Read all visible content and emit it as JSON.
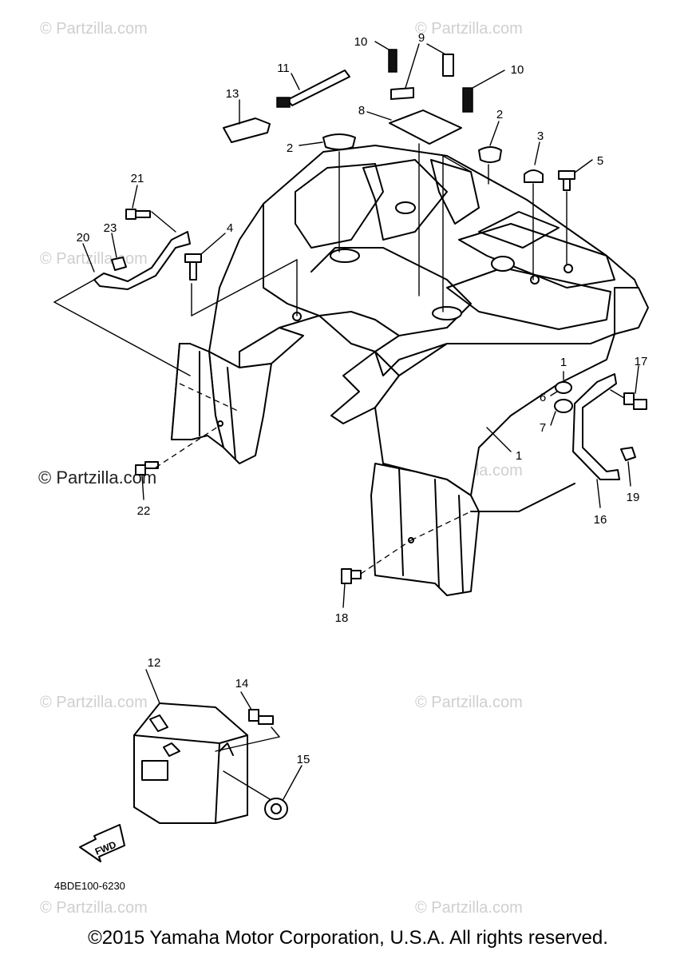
{
  "watermark": "© Partzilla.com",
  "watermark_strong": "© Partzilla.com",
  "part_labels": [
    "1",
    "1",
    "2",
    "2",
    "3",
    "4",
    "5",
    "6",
    "7",
    "8",
    "9",
    "10",
    "10",
    "11",
    "12",
    "13",
    "14",
    "15",
    "16",
    "17",
    "18",
    "19",
    "20",
    "21",
    "22",
    "23"
  ],
  "fwd_label": "FWD",
  "diagram_code": "4BDE100-6230",
  "copyright": "©2015 Yamaha Motor Corporation, U.S.A. All rights reserved."
}
